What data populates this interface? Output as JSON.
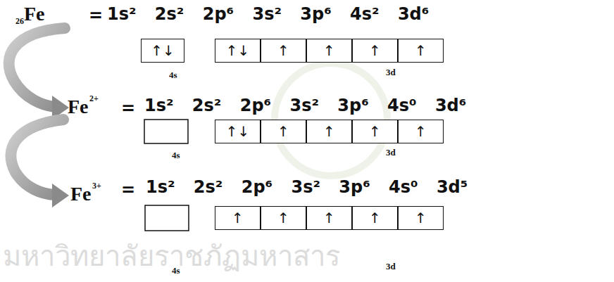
{
  "diagram": {
    "nodes": [
      {
        "text": [
          "↑↓"
        ]
      },
      {
        "text": [
          "↑↓"
        ]
      },
      {
        "text": [
          "↑"
        ]
      },
      {
        "text": [
          "↑"
        ]
      },
      {
        "text": [
          "↑"
        ]
      },
      {
        "text": [
          "↑"
        ]
      },
      {
        "text": [
          "↑↓"
        ]
      },
      {
        "text": [
          "↑"
        ]
      },
      {
        "text": [
          "↑"
        ]
      },
      {
        "text": [
          "↑"
        ]
      },
      {
        "text": [
          "↑"
        ]
      },
      {
        "text": [
          "↑"
        ]
      },
      {
        "text": [
          "↑"
        ]
      },
      {
        "text": [
          "↑"
        ]
      },
      {
        "text": [
          "↑"
        ]
      },
      {
        "text": [
          "↑"
        ]
      }
    ],
    "labels": [
      "26",
      "Fe",
      "=",
      "1s² 2s² 2p⁶ 3s² 3p⁶ 4s² 3d⁶",
      "4s",
      "3d",
      "Fe",
      "2+",
      "=",
      "1s² 2s² 2p⁶ 3s² 3p⁶ 4s⁰ 3d⁶",
      "4s",
      "3d",
      "Fe",
      "3+",
      "=",
      "1s² 2s² 2p⁶ 3s² 3p⁶ 4s⁰ 3d⁵",
      "4s",
      "3d",
      "มหาวิทยาลัยราชภัฏมหาสาร"
    ]
  }
}
